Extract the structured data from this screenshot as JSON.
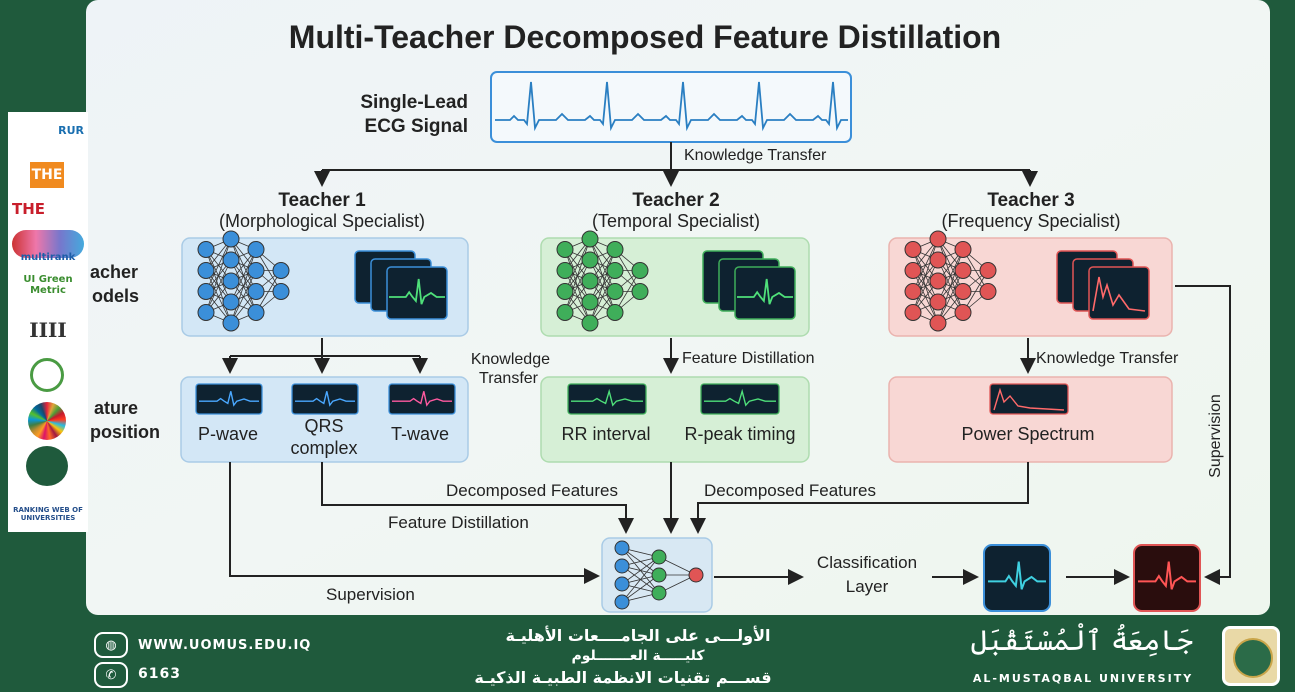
{
  "diagram": {
    "title": "Multi-Teacher Decomposed Feature Distillation",
    "input_label_line1": "Single-Lead",
    "input_label_line2": "ECG Signal",
    "knowledge_transfer_top": "Knowledge Transfer",
    "side_label_models_1": "acher",
    "side_label_models_2": "odels",
    "side_label_decomp_1": "ature",
    "side_label_decomp_2": "position",
    "teachers": [
      {
        "name": "Teacher 1",
        "role": "(Morphological Specialist)",
        "arrow_label": "",
        "features": [
          "P-wave",
          "QRS complex",
          "T-wave"
        ]
      },
      {
        "name": "Teacher 2",
        "role": "(Temporal Specialist)",
        "arrow_label": "Feature Distillation",
        "features": [
          "RR interval",
          "R-peak timing"
        ]
      },
      {
        "name": "Teacher 3",
        "role": "(Frequency Specialist)",
        "arrow_label": "Knowledge Transfer",
        "features": [
          "Power Spectrum"
        ]
      }
    ],
    "knowledge_transfer_mid_1": "Knowledge",
    "knowledge_transfer_mid_2": "Transfer",
    "qrs_line1": "QRS",
    "qrs_line2": "complex",
    "decomposed_left": "Decomposed Features",
    "decomposed_right": "Decomposed Features",
    "feature_distillation_bottom": "Feature Distillation",
    "supervision_bottom": "Supervision",
    "supervision_right": "Supervision",
    "classification_line1": "Classification",
    "classification_line2": "Layer",
    "colors": {
      "blue": "#3b8fd9",
      "green": "#3fae5a",
      "red": "#e05555",
      "frame": "#1f5a3c"
    }
  },
  "sidebar_logos": [
    "RUR",
    "THE",
    "THE",
    "multirank",
    "UI Green Metric",
    "IIII",
    "",
    "",
    "",
    "RANKING WEB OF UNIVERSITIES"
  ],
  "footer": {
    "website": "WWW.UOMUS.EDU.IQ",
    "phone": "6163",
    "arabic_line1": "الأولـــى على الجامــــعات الأهليـة",
    "arabic_line2": "كليـــــة العـــــــلوم",
    "arabic_line3": "قســـم تقنيات الانظمة الطبيـة الذكيـة",
    "arabic_name": "جَامِعَةُ ٱلْمُسْتَقْبَل",
    "university_name": "AL-MUSTAQBAL UNIVERSITY"
  }
}
